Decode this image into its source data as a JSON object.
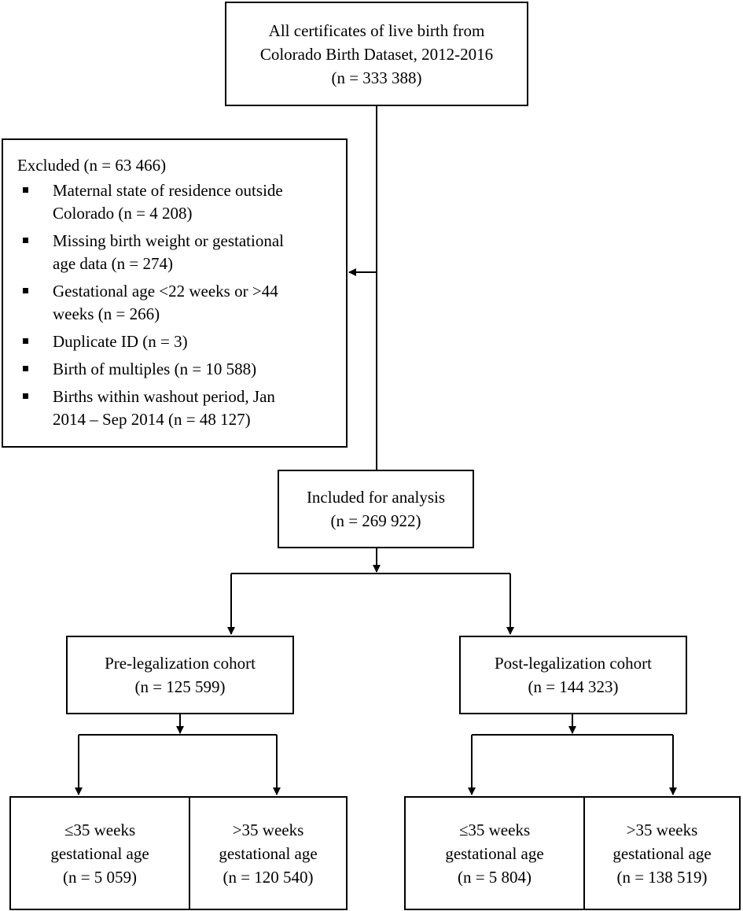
{
  "top_box": {
    "line1": "All certificates of live birth from",
    "line2": "Colorado Birth Dataset, 2012-2016",
    "count": "(n = 333 388)"
  },
  "excluded": {
    "title": "Excluded (n = 63 466)",
    "items": [
      {
        "line1": "Maternal state of residence outside",
        "line2": "Colorado (n = 4 208)"
      },
      {
        "line1": "Missing birth weight or gestational",
        "line2": "age data (n = 274)"
      },
      {
        "line1": "Gestational age <22 weeks or >44",
        "line2": "weeks (n = 266)"
      },
      {
        "line1": "Duplicate ID (n = 3)",
        "line2": ""
      },
      {
        "line1": "Birth of multiples (n = 10 588)",
        "line2": ""
      },
      {
        "line1": "Births within washout period, Jan",
        "line2": "2014 – Sep 2014 (n = 48 127)"
      }
    ]
  },
  "included": {
    "label": "Included for analysis",
    "count": "(n = 269 922)"
  },
  "pre": {
    "label": "Pre-legalization cohort",
    "count": "(n = 125 599)"
  },
  "post": {
    "label": "Post-legalization cohort",
    "count": "(n = 144 323)"
  },
  "pre_le35": {
    "line1": "≤35 weeks",
    "line2": "gestational age",
    "count": "(n = 5 059)"
  },
  "pre_gt35": {
    "line1": ">35 weeks",
    "line2": "gestational age",
    "count": "(n = 120 540)"
  },
  "post_le35": {
    "line1": "≤35 weeks",
    "line2": "gestational age",
    "count": "(n = 5 804)"
  },
  "post_gt35": {
    "line1": ">35 weeks",
    "line2": "gestational age",
    "count": "(n = 138 519)"
  }
}
